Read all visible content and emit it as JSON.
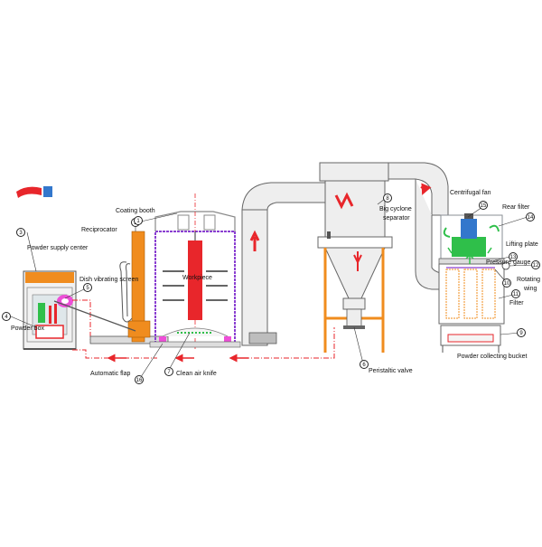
{
  "labels": {
    "powder_supply_center": "Powder supply center",
    "powder_box": "Powder box",
    "dish_vibrating_screen": "Dish vibrating screen",
    "reciprocator": "Reciprocator",
    "coating_booth": "Coating booth",
    "workpiece": "Workpiece",
    "automatic_flap": "Automatic flap",
    "clean_air_knife": "Clean air knife",
    "big_cyclone_separator_1": "Big cyclone",
    "big_cyclone_separator_2": "separator",
    "peristaltic_valve": "Peristaltic valve",
    "centrifugal_fan": "Centrifugal fan",
    "rear_filter": "Rear filter",
    "lifting_plate": "Lifting plate",
    "pressure_gauge": "Pressure gauge",
    "rotating_wing_1": "Rotating",
    "rotating_wing_2": "wing",
    "filter": "Filter",
    "powder_collecting_bucket": "Powder collecting bucket"
  },
  "numbers": {
    "n1": "1",
    "n2": "2",
    "n3": "3",
    "n4": "4",
    "n5": "5",
    "n6": "6",
    "n7": "7",
    "n8": "8",
    "n9": "9",
    "n10": "10",
    "n11": "11",
    "n12": "12",
    "n13": "13",
    "n14": "14",
    "n15": "15",
    "n16": "16"
  },
  "colors": {
    "frame": "#8a8f96",
    "booth_purple": "#8a3fd1",
    "orange": "#f08c1e",
    "red": "#e8262b",
    "green": "#2fbf4a",
    "blue": "#3377cc",
    "duct_fill": "#eeeeee"
  }
}
